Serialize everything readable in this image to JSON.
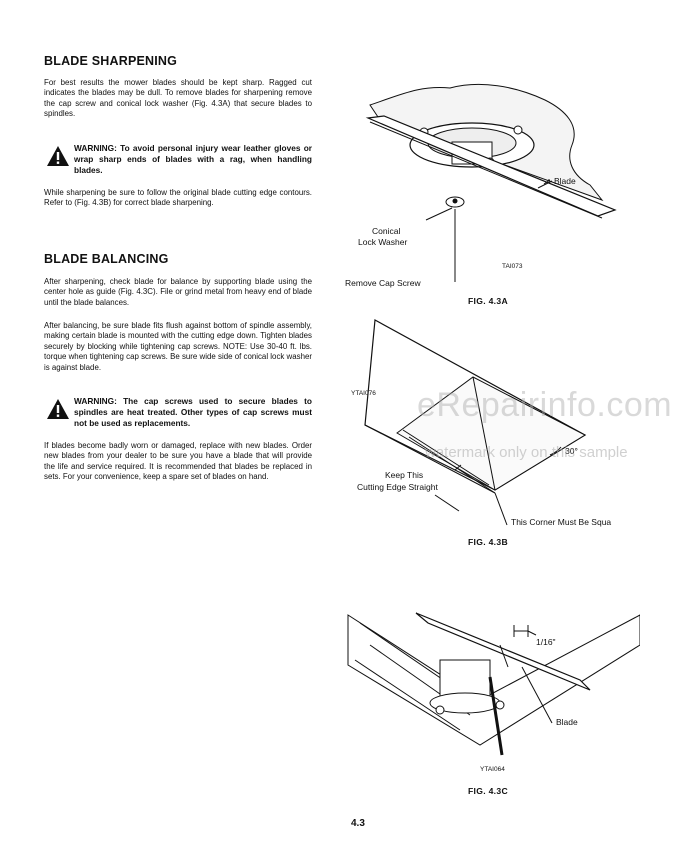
{
  "sections": {
    "sharpening": {
      "heading": "BLADE SHARPENING",
      "para1": "For best results the mower blades should be kept sharp. Ragged cut indicates the blades may be dull. To remove blades for sharpening remove the cap screw and conical lock washer (Fig. 4.3A) that secure blades to spindles.",
      "warning": "WARNING: To avoid personal injury wear leather gloves or wrap sharp ends of blades with a rag, when handling blades.",
      "para2": "While sharpening be sure to follow the original blade cutting edge contours. Refer to (Fig. 4.3B) for correct blade sharpening."
    },
    "balancing": {
      "heading": "BLADE BALANCING",
      "para1": "After sharpening, check blade for balance by supporting blade using the center hole as guide (Fig. 4.3C). File or grind metal from heavy end of blade until the blade balances.",
      "para2": "After balancing, be sure blade fits flush against bottom of spindle assembly, making certain blade is mounted with the cutting edge down. Tighten blades securely by blocking while tightening cap screws. NOTE: Use 30-40 ft. lbs. torque when tightening cap screws. Be sure wide side of conical lock washer is against blade.",
      "warning": "WARNING: The cap screws used to secure blades to spindles are heat treated. Other types of cap screws must not be used as replacements.",
      "para3": "If blades become badly worn or damaged, replace with new blades. Order new blades from your dealer to be sure you have a blade that will provide the life and service required. It is recommended that blades be replaced in sets. For your convenience, keep a spare set of blades on hand."
    }
  },
  "figures": {
    "a": {
      "caption": "FIG. 4.3A",
      "labels": {
        "blade": "Blade",
        "washer_line1": "Conical",
        "washer_line2": "Lock Washer",
        "screw": "Remove Cap Screw",
        "code": "TAI073"
      }
    },
    "b": {
      "caption": "FIG. 4.3B",
      "labels": {
        "code": "YTAI076",
        "angle": "30°",
        "keep_line1": "Keep This",
        "keep_line2": "Cutting Edge Straight",
        "corner": "This Corner Must Be Squa"
      }
    },
    "c": {
      "caption": "FIG. 4.3C",
      "labels": {
        "gap": "1/16\"",
        "blade": "Blade",
        "code": "YTAI064"
      }
    }
  },
  "watermark": {
    "line1": "eRepairinfo.com",
    "line2": "watermark only on this sample"
  },
  "page_number": "4.3"
}
